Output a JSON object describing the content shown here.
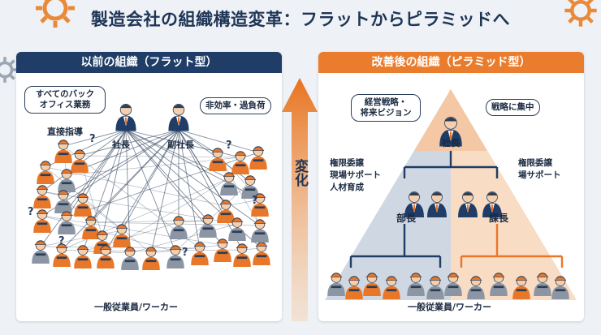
{
  "title": "製造会社の組織構造変革：フラットからピラミッドへ",
  "colors": {
    "navy": "#1f3d66",
    "orange": "#ea7d2d",
    "helmet": "#e9772a",
    "peach": "#f8dcc4",
    "steel": "#cfd8e2"
  },
  "left": {
    "header": "以前の組織（フラット型）",
    "bubble_left": "すべてのバック\nオフィス業務",
    "bubble_right": "非効率・過負荷",
    "direct": "直接指導",
    "president": "社長",
    "vice_president": "副社長",
    "workers": "一般従業員/ワーカー",
    "question": "?"
  },
  "center": {
    "change": "変化"
  },
  "right": {
    "header": "改善後の組織（ピラミッド型）",
    "bubble_left": "経営戦略・\n将来ビジョン",
    "bubble_right": "戦略に集中",
    "president": "社長",
    "delegation_left": "権限委譲\n現場サポート\n人材育成",
    "delegation_right": "権限委譲\n場サポート",
    "dept_manager": "部長",
    "section_manager": "課長",
    "workers": "一般従業員/ワーカー"
  }
}
